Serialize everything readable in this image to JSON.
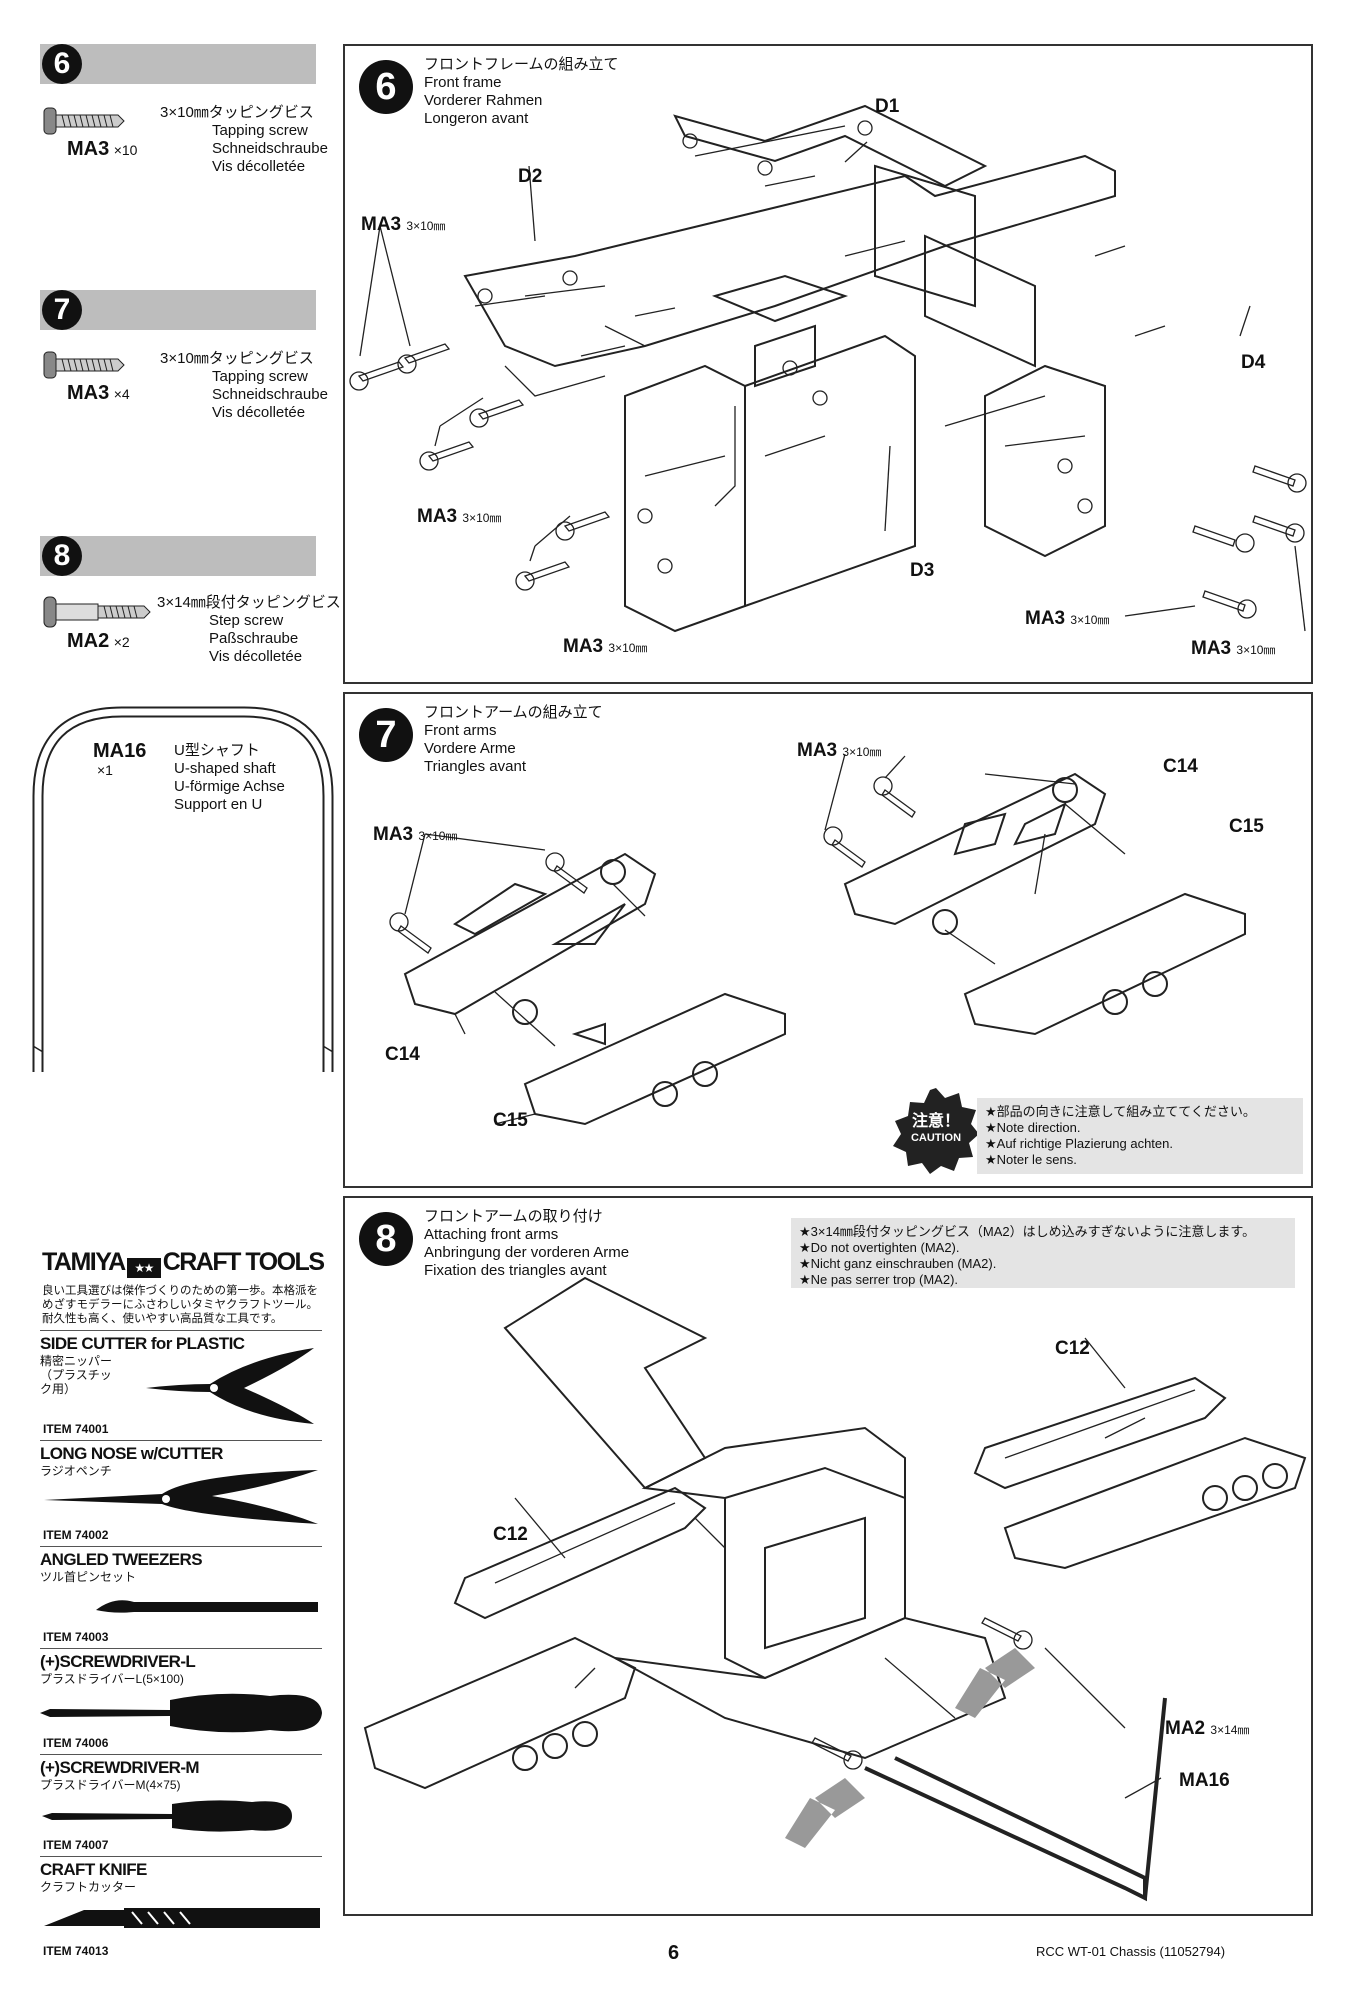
{
  "sidebar": {
    "steps": [
      {
        "num": "6",
        "part_id": "MA3",
        "qty": "×10",
        "jp": "3×10㎜タッピングビス",
        "en": "Tapping screw",
        "de": "Schneidschraube",
        "fr": "Vis décolletée"
      },
      {
        "num": "7",
        "part_id": "MA3",
        "qty": "×4",
        "jp": "3×10㎜タッピングビス",
        "en": "Tapping screw",
        "de": "Schneidschraube",
        "fr": "Vis décolletée"
      },
      {
        "num": "8",
        "part_id": "MA2",
        "qty": "×2",
        "jp": "3×14㎜段付タッピングビス",
        "en": "Step screw",
        "de": "Paßschraube",
        "fr": "Vis décolletée"
      }
    ],
    "shaft": {
      "part_id": "MA16",
      "qty": "×1",
      "jp": "U型シャフト",
      "en": "U-shaped shaft",
      "de": "U-förmige Achse",
      "fr": "Support en U"
    }
  },
  "tools": {
    "brand": "TAMIYA",
    "brand2": "CRAFT TOOLS",
    "intro": "良い工具選びは傑作づくりのための第一歩。本格派をめざすモデラーにふさわしいタミヤクラフトツール。耐久性も高く、使いやすい高品質な工具です。",
    "items": [
      {
        "name": "SIDE CUTTER for PLASTIC",
        "jp": "精密ニッパー（プラスチック用）",
        "item": "ITEM 74001"
      },
      {
        "name": "LONG NOSE w/CUTTER",
        "jp": "ラジオペンチ",
        "item": "ITEM 74002"
      },
      {
        "name": "ANGLED TWEEZERS",
        "jp": "ツル首ピンセット",
        "item": "ITEM 74003"
      },
      {
        "name": "(+)SCREWDRIVER-L",
        "jp": "プラスドライバーL(5×100)",
        "item": "ITEM 74006"
      },
      {
        "name": "(+)SCREWDRIVER-M",
        "jp": "プラスドライバーM(4×75)",
        "item": "ITEM 74007"
      },
      {
        "name": "CRAFT KNIFE",
        "jp": "クラフトカッター",
        "item": "ITEM 74013"
      }
    ]
  },
  "panels": {
    "p6": {
      "num": "6",
      "jp": "フロントフレームの組み立て",
      "en": "Front frame",
      "de": "Vorderer Rahmen",
      "fr": "Longeron avant",
      "labels": {
        "d1": "D1",
        "d2": "D2",
        "d3": "D3",
        "d4": "D4",
        "ma3": "MA3",
        "size": "3×10㎜"
      }
    },
    "p7": {
      "num": "7",
      "jp": "フロントアームの組み立て",
      "en": "Front arms",
      "de": "Vordere Arme",
      "fr": "Triangles avant",
      "labels": {
        "c14": "C14",
        "c15": "C15",
        "ma3": "MA3",
        "size": "3×10㎜"
      },
      "caution": {
        "badge1": "注意！",
        "badge2": "CAUTION",
        "jp": "★部品の向きに注意して組み立ててください。",
        "en": "★Note direction.",
        "de": "★Auf richtige Plazierung achten.",
        "fr": "★Noter le sens."
      }
    },
    "p8": {
      "num": "8",
      "jp": "フロントアームの取り付け",
      "en": "Attaching front arms",
      "de": "Anbringung der vorderen Arme",
      "fr": "Fixation des triangles avant",
      "labels": {
        "c12": "C12",
        "ma2": "MA2",
        "size": "3×14㎜",
        "ma16": "MA16"
      },
      "note": {
        "jp": "★3×14㎜段付タッピングビス（MA2）はしめ込みすぎないように注意します。",
        "en": "★Do not overtighten (MA2).",
        "de": "★Nicht ganz einschrauben (MA2).",
        "fr": "★Ne pas serrer trop (MA2)."
      }
    }
  },
  "footer": {
    "page": "6",
    "doc": "RCC WT-01 Chassis (11052794)"
  }
}
